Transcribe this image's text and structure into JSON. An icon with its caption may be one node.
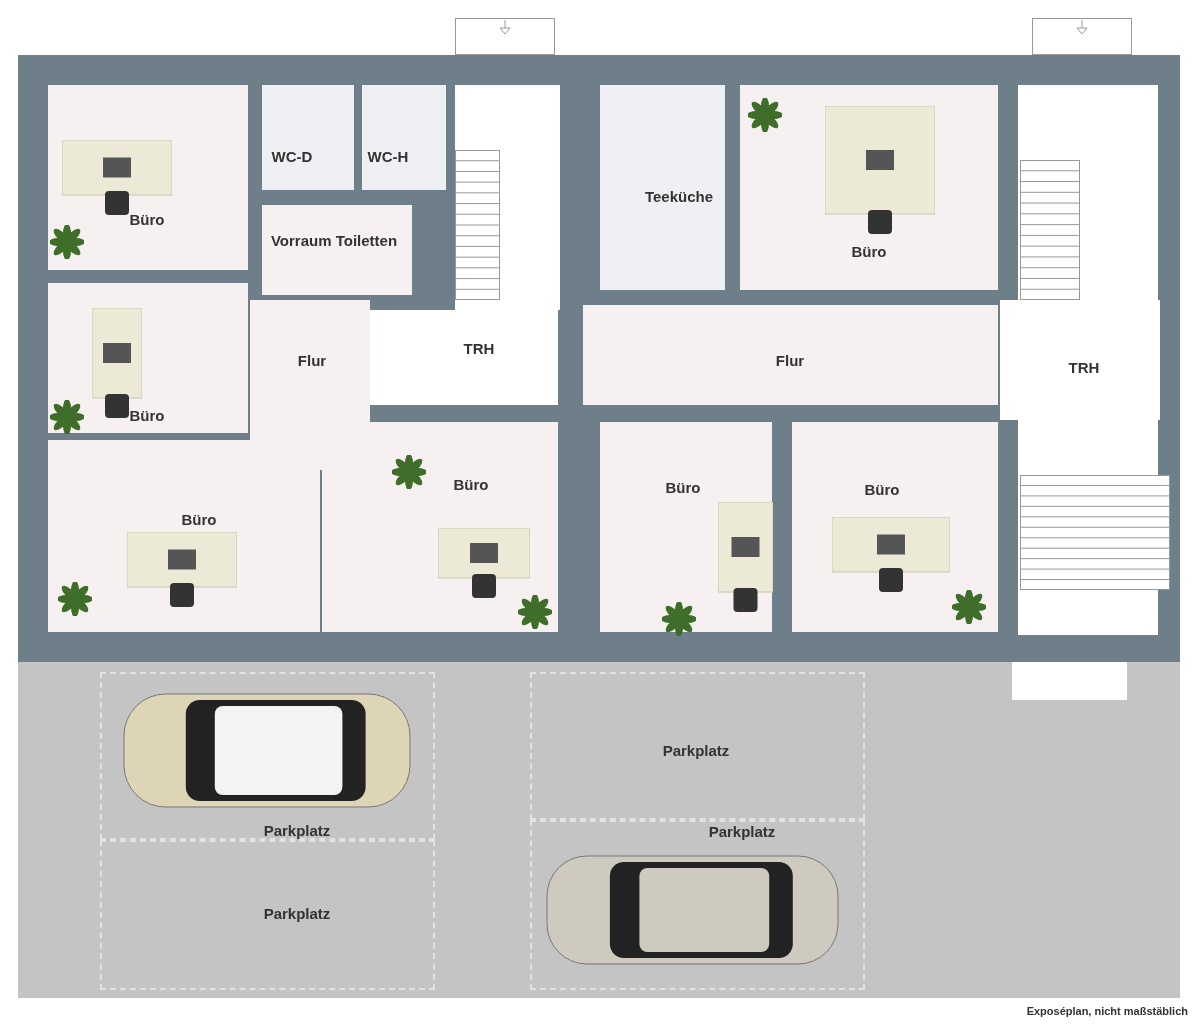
{
  "diagram": {
    "caption": "Exposéplan, nicht maßstäblich",
    "nodes": [
      {
        "text": [
          "Büro"
        ]
      },
      {
        "text": [
          "WC-D"
        ]
      },
      {
        "text": [
          "WC-H"
        ]
      },
      {
        "text": [
          "Vorraum Toiletten"
        ]
      },
      {
        "text": [
          "Teeküche"
        ]
      },
      {
        "text": [
          "Büro"
        ]
      },
      {
        "text": [
          "Flur"
        ]
      },
      {
        "text": [
          "TRH"
        ]
      },
      {
        "text": [
          "Flur"
        ]
      },
      {
        "text": [
          "TRH"
        ]
      },
      {
        "text": [
          "Büro"
        ]
      },
      {
        "text": [
          "Büro"
        ]
      },
      {
        "text": [
          "Büro"
        ]
      },
      {
        "text": [
          "Büro"
        ]
      },
      {
        "text": [
          "Büro"
        ]
      },
      {
        "text": [
          "Parkplatz"
        ]
      },
      {
        "text": [
          "Parkplatz"
        ]
      },
      {
        "text": [
          "Parkplatz"
        ]
      },
      {
        "text": [
          "Parkplatz"
        ]
      }
    ],
    "edges": []
  }
}
